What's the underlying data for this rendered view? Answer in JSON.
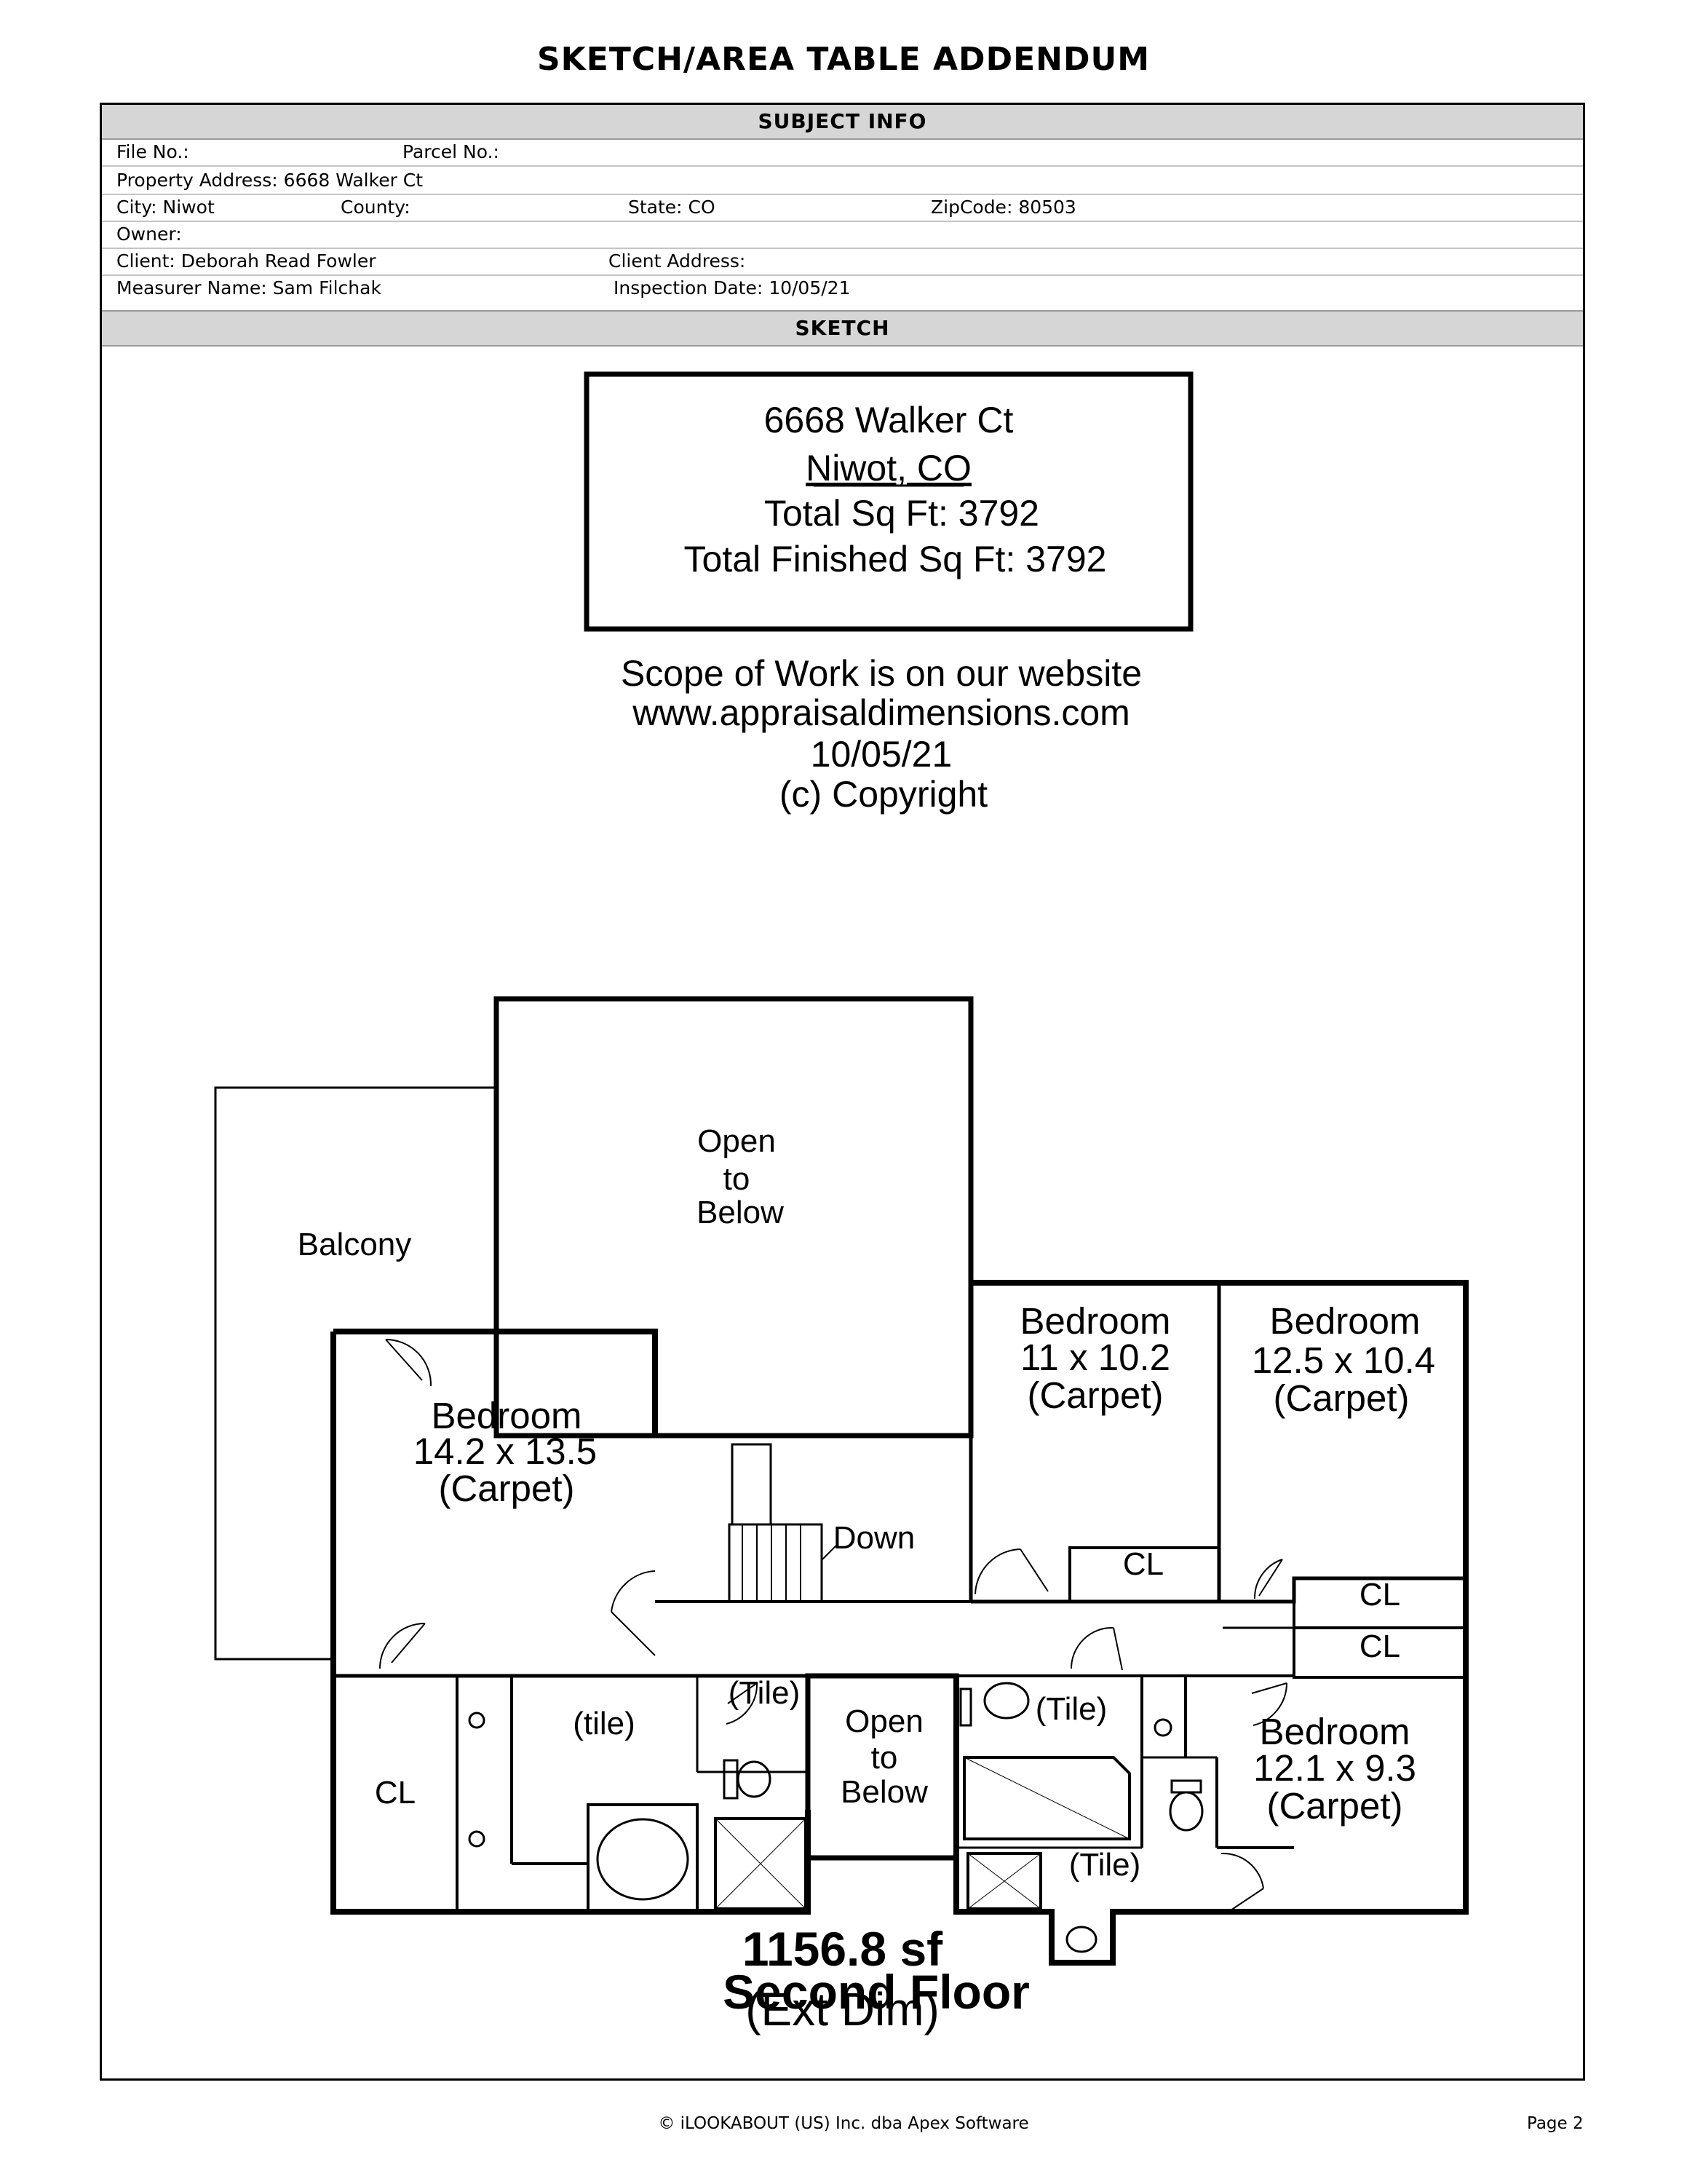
{
  "document": {
    "title": "SKETCH/AREA TABLE ADDENDUM"
  },
  "subject_info": {
    "header": "SUBJECT INFO",
    "file_no": "File No.:",
    "parcel_no": "Parcel No.:",
    "property_address": "Property Address: 6668 Walker Ct",
    "city": "City: Niwot",
    "county": "County:",
    "state": "State: CO",
    "zipcode": "ZipCode: 80503",
    "owner": "Owner:",
    "client": "Client: Deborah Read Fowler",
    "client_address": "Client Address:",
    "measurer": "Measurer Name: Sam Filchak",
    "inspection_date": "Inspection Date: 10/05/21"
  },
  "sketch": {
    "header": "SKETCH",
    "box_address": "6668 Walker Ct",
    "box_city": "Niwot, CO",
    "box_total": "Total Sq Ft: 3792",
    "box_finished": "Total Finished Sq Ft: 3792",
    "scope_line1": "Scope of Work is on our website",
    "scope_line2": "www.appraisaldimensions.com",
    "date": "10/05/21",
    "copyright": "(c) Copyright",
    "floor_name": "Second Floor",
    "floor_area": "1156.8 sf",
    "floor_note": "(Ext Dim)"
  },
  "rooms": {
    "open_top": [
      "Open",
      "to",
      "Below"
    ],
    "balcony": "Balcony",
    "bedroom_left": [
      "Bedroom",
      "14.2 x 13.5",
      "(Carpet)"
    ],
    "bedroom_mid": [
      "Bedroom",
      "11 x 10.2",
      "(Carpet)"
    ],
    "bedroom_right": [
      "Bedroom",
      "12.5 x 10.4",
      "(Carpet)"
    ],
    "bedroom_lower": [
      "Bedroom",
      "12.1 x 9.3",
      "(Carpet)"
    ],
    "open_bottom": [
      "Open",
      "to",
      "Below"
    ],
    "down": "Down",
    "closet": "CL",
    "tile_lower": "(tile)",
    "tile_upper": "(Tile)"
  },
  "footer": {
    "copyright": "© iLOOKABOUT (US) Inc. dba Apex Software",
    "page": "Page 2"
  }
}
